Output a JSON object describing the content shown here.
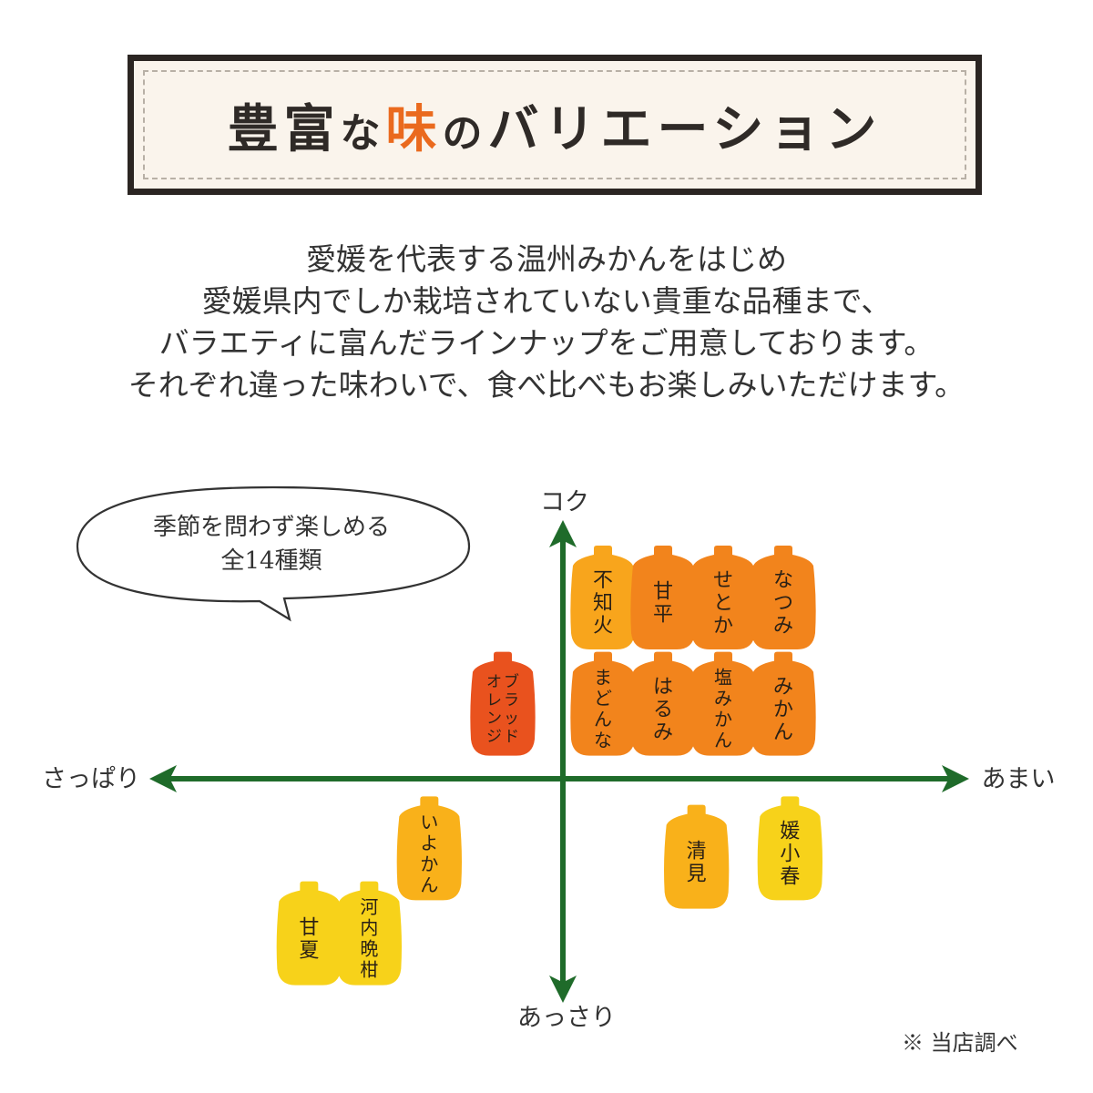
{
  "header": {
    "title_part1": "豊富",
    "title_part2": "な",
    "title_accent": "味",
    "title_part3": "の",
    "title_part4": "バリエーション"
  },
  "description": {
    "lines": [
      "愛媛を代表する温州みかんをはじめ",
      "愛媛県内でしか栽培されていない貴重な品種まで、",
      "バラエティに富んだラインナップをご用意しております。",
      "それぞれ違った味わいで、食べ比べもお楽しみいただけます。"
    ]
  },
  "bubble": {
    "line1": "季節を問わず楽しめる",
    "line2": "全14種類"
  },
  "axes": {
    "top": "コク",
    "bottom": "あっさり",
    "left": "さっぱり",
    "right": "あまい"
  },
  "note": "※ 当店調べ",
  "colors": {
    "axis": "#1f6b2a",
    "accent": "#ea6a1e",
    "deep_orange": "#f2841c",
    "light_orange": "#f8a51c",
    "red_orange": "#e9521e",
    "yellow": "#f7d21a",
    "orange_yellow": "#f9b11a"
  },
  "chart_data": {
    "type": "scatter",
    "title": "",
    "xlabel_left": "さっぱり",
    "xlabel_right": "あまい",
    "ylabel_top": "コク",
    "ylabel_bottom": "あっさり",
    "xlim": [
      -6,
      6
    ],
    "ylim": [
      -3,
      3
    ],
    "points": [
      {
        "name": "不知火",
        "x": 0.6,
        "y": 2.1,
        "color": "#f8a51c"
      },
      {
        "name": "甘平",
        "x": 1.5,
        "y": 2.1,
        "color": "#f2841c"
      },
      {
        "name": "せとか",
        "x": 2.4,
        "y": 2.1,
        "color": "#f2841c"
      },
      {
        "name": "なつみ",
        "x": 3.3,
        "y": 2.1,
        "color": "#f2841c"
      },
      {
        "name": "ブラッドオレンジ",
        "x": -0.9,
        "y": 0.85,
        "color": "#e9521e"
      },
      {
        "name": "まどんな",
        "x": 0.6,
        "y": 0.85,
        "color": "#f2841c"
      },
      {
        "name": "はるみ",
        "x": 1.5,
        "y": 0.85,
        "color": "#f2841c"
      },
      {
        "name": "塩みかん",
        "x": 2.4,
        "y": 0.85,
        "color": "#f2841c"
      },
      {
        "name": "みかん",
        "x": 3.3,
        "y": 0.85,
        "color": "#f2841c"
      },
      {
        "name": "いよかん",
        "x": -2.0,
        "y": -0.85,
        "color": "#f9b11a"
      },
      {
        "name": "清見",
        "x": 2.0,
        "y": -0.95,
        "color": "#f9b11a"
      },
      {
        "name": "媛小春",
        "x": 3.4,
        "y": -0.85,
        "color": "#f7d21a"
      },
      {
        "name": "甘夏",
        "x": -3.8,
        "y": -1.85,
        "color": "#f7d21a"
      },
      {
        "name": "河内晩柑",
        "x": -2.9,
        "y": -1.85,
        "color": "#f7d21a"
      }
    ]
  }
}
